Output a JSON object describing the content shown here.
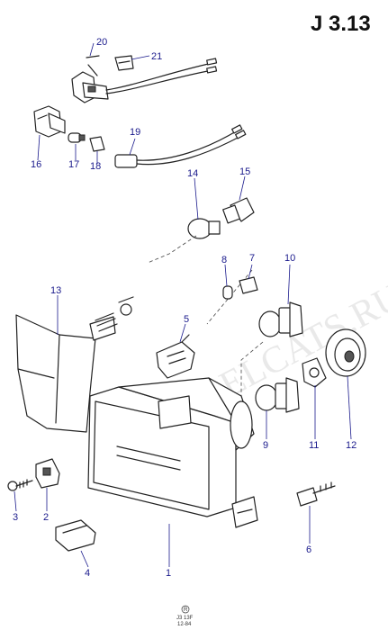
{
  "page_code": "J 3.13",
  "watermark": "WWW.ELCATS.RU",
  "footer": {
    "stamp": "R",
    "code": "J3 13F",
    "date": "12-84"
  },
  "labels": {
    "p1": "1",
    "p2": "2",
    "p3": "3",
    "p4": "4",
    "p5": "5",
    "p6": "6",
    "p7": "7",
    "p8": "8",
    "p9": "9",
    "p10": "10",
    "p11": "11",
    "p12": "12",
    "p13": "13",
    "p14": "14",
    "p15": "15",
    "p16": "16",
    "p17": "17",
    "p18": "18",
    "p19": "19",
    "p20": "20",
    "p21": "21"
  }
}
